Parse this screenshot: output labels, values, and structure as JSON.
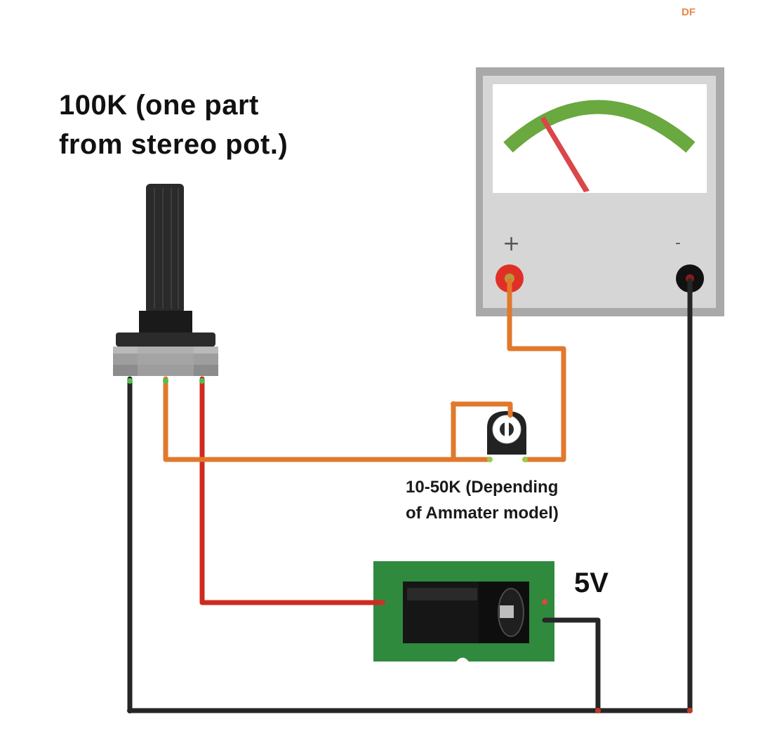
{
  "logo": {
    "text": "DF"
  },
  "potentiometer": {
    "label_line1": "100K (one part",
    "label_line2": "from stereo pot.)"
  },
  "trimmer": {
    "label_line1": "10-50K (Depending",
    "label_line2": "of Ammater model)"
  },
  "meter": {
    "plus_terminal": "+",
    "minus_terminal": "-"
  },
  "power_supply": {
    "label": "5V"
  },
  "colors": {
    "wire_black": "#262626",
    "wire_orange": "#e2782c",
    "wire_red": "#cf2a1f",
    "pcb_green": "#2f8a3e",
    "meter_scale_green": "#6aa840",
    "meter_needle": "#d9474a",
    "meter_body": "#c9c9c9"
  }
}
